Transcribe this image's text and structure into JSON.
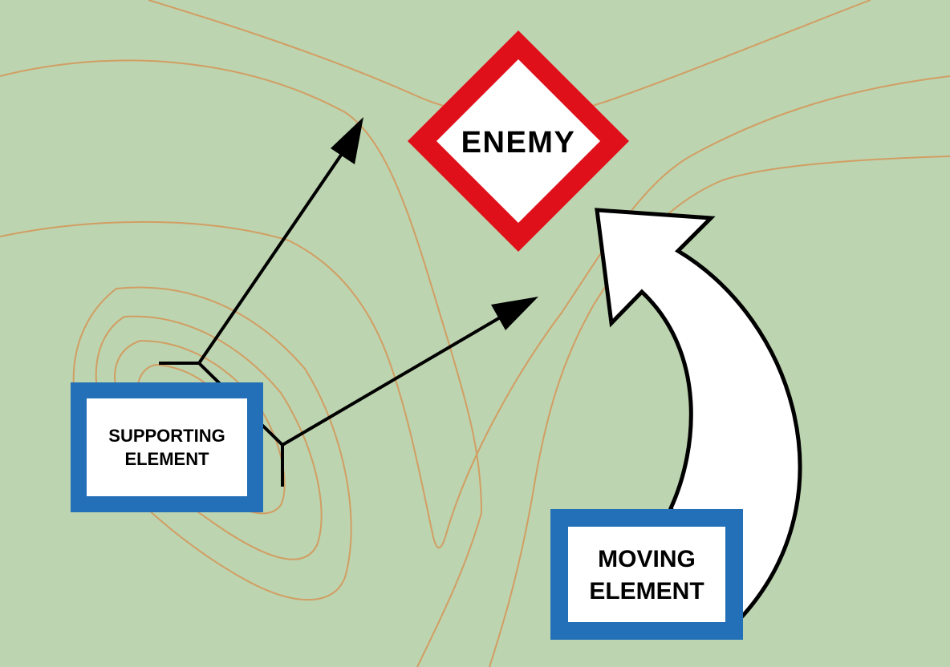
{
  "diagram": {
    "colors": {
      "background": "#bdd4b0",
      "contour": "#d19e63",
      "friendly_frame": "#2470b8",
      "enemy_frame": "#e0101a",
      "symbol_fill": "#ffffff",
      "ink": "#000000"
    },
    "enemy": {
      "label": "ENEMY"
    },
    "supporting_element": {
      "label_line1": "SUPPORTING",
      "label_line2": "ELEMENT"
    },
    "moving_element": {
      "label_line1": "MOVING",
      "label_line2": "ELEMENT"
    }
  }
}
